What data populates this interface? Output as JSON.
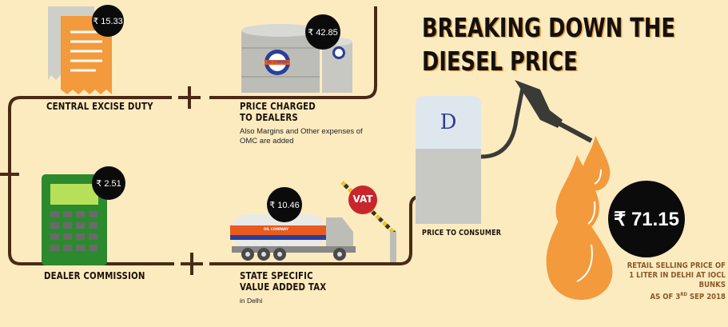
{
  "title": {
    "line1": "BREAKING DOWN THE",
    "line2": "DIESEL PRICE"
  },
  "components": {
    "excise": {
      "label": "CENTRAL EXCISE DUTY",
      "value": "₹ 15.33"
    },
    "dealer_price": {
      "label_line1": "PRICE CHARGED",
      "label_line2": "TO DEALERS",
      "note_line1": "Also Margins and Other expenses of",
      "note_line2": "OMC are added",
      "value": "₹ 42.85",
      "drum_text": "OIL COMPANY"
    },
    "commission": {
      "label": "DEALER COMMISSION",
      "value": "₹ 2.51"
    },
    "vat": {
      "label_line1": "STATE SPECIFIC",
      "label_line2": "VALUE ADDED TAX",
      "note": "in Delhi",
      "value": "₹ 10.46",
      "badge": "VAT",
      "tanker_text": "OIL COMPANY"
    }
  },
  "consumer": {
    "label": "PRICE TO CONSUMER",
    "pump_letter": "D"
  },
  "retail": {
    "value": "₹ 71.15",
    "line1": "RETAIL SELLING PRICE OF",
    "line2": "1 LITER IN DELHI AT IOCL BUNKS",
    "line3_pre": "AS OF 3",
    "line3_sup": "RD",
    "line3_post": " SEP 2018"
  },
  "operators": {
    "plus": "+"
  },
  "colors": {
    "background": "#fdebc0",
    "line": "#4a2a14",
    "accent": "#f29a3c",
    "badge": "#0b0b0b",
    "vat": "#c8262c"
  }
}
